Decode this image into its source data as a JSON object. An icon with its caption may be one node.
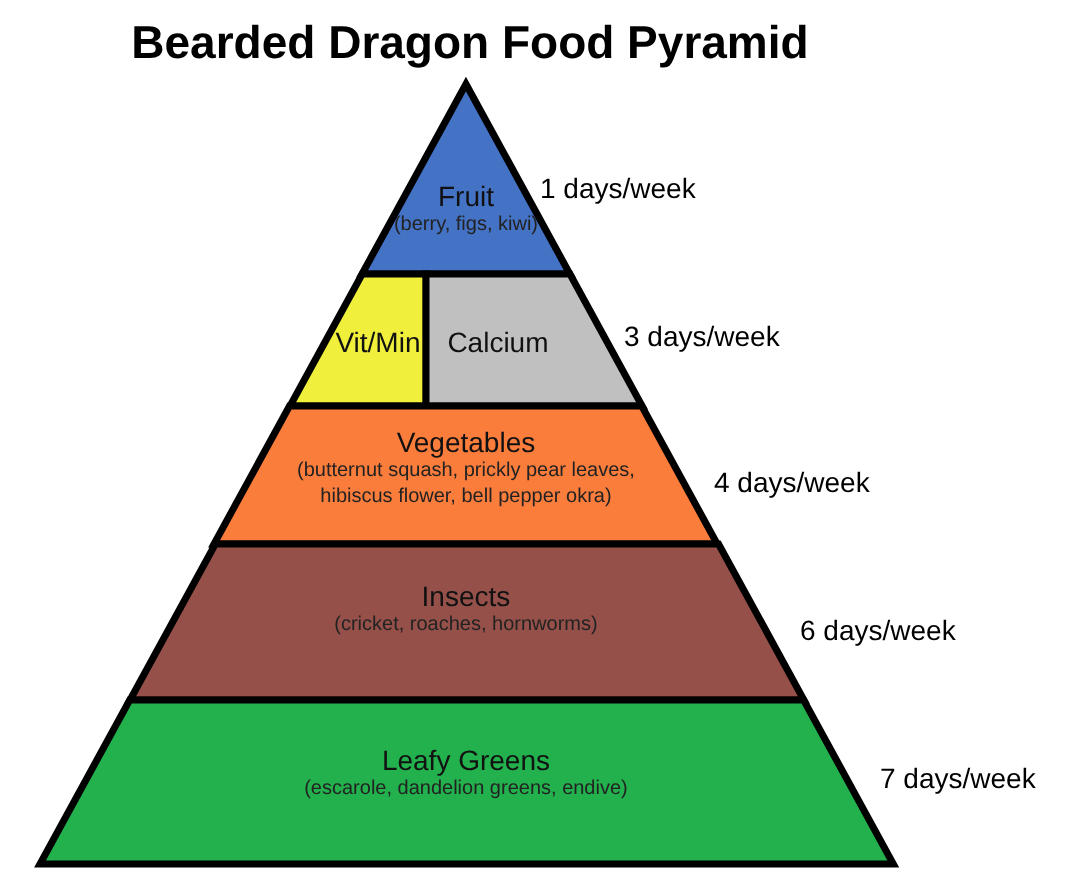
{
  "diagram": {
    "title": "Bearded Dragon Food Pyramid",
    "nodes": [
      {
        "text": [
          "Fruit",
          "(berry, figs, kiwi)"
        ],
        "beside": [
          "1 days/week"
        ]
      },
      {
        "text": [
          "Vit/Min"
        ]
      },
      {
        "text": [
          "Calcium"
        ],
        "beside": [
          "3 days/week"
        ]
      },
      {
        "text": [
          "Vegetables",
          "(butternut squash, prickly pear leaves, hibiscus flower, bell pepper okra)"
        ],
        "beside": [
          "4 days/week"
        ]
      },
      {
        "text": [
          "Insects",
          "(cricket, roaches, hornworms)"
        ],
        "beside": [
          "6 days/week"
        ]
      },
      {
        "text": [
          "Leafy Greens",
          "(escarole, dandelion greens, endive)"
        ],
        "beside": [
          "7 days/week"
        ]
      }
    ]
  }
}
